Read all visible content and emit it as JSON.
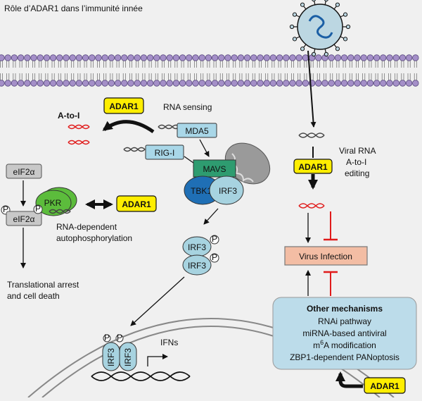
{
  "title": "Rôle d’ADAR1 dans l’immunité innée",
  "adar_label": "ADAR1",
  "sensing": {
    "a_to_i": "A-to-I",
    "rna_sensing": "RNA sensing",
    "mda5": "MDA5",
    "rigi": "RIG-I",
    "mavs": "MAVS",
    "tbk1": "TBK1",
    "irf3": "IRF3",
    "p": "P"
  },
  "pkr_branch": {
    "eif2a": "eIF2α",
    "pkr": "PKR",
    "rna_dependent": "RNA-dependent",
    "autophos": "autophosphorylation",
    "arrest1": "Translational arrest",
    "arrest2": "and cell death"
  },
  "nucleus": {
    "ifns": "IFNs"
  },
  "viral": {
    "viral_rna": "Viral RNA",
    "a_to_i": "A-to-I",
    "editing": "editing",
    "virus_infection": "Virus Infection"
  },
  "mechanisms": {
    "title": "Other mechanisms",
    "rnai": "RNAi pathway",
    "mirna": "miRNA-based antiviral",
    "m6a_prefix": "m",
    "m6a_sup": "6",
    "m6a_suffix": "A modification",
    "zbp1": "ZBP1-dependent PANoptosis"
  },
  "colors": {
    "adar_fill": "#ffee00",
    "membrane_head": "#a48fc8",
    "mda5_fill": "#a9d7e8",
    "mavs_fill": "#2e9c70",
    "tbk1_fill": "#1f6fb5",
    "irf3_fill": "#a7d3e0",
    "pkr_fill": "#5cbc3c",
    "virus_box_fill": "#f3bda4",
    "mechanisms_fill": "#bcdcea",
    "inhibit_red": "#e01b1b"
  }
}
